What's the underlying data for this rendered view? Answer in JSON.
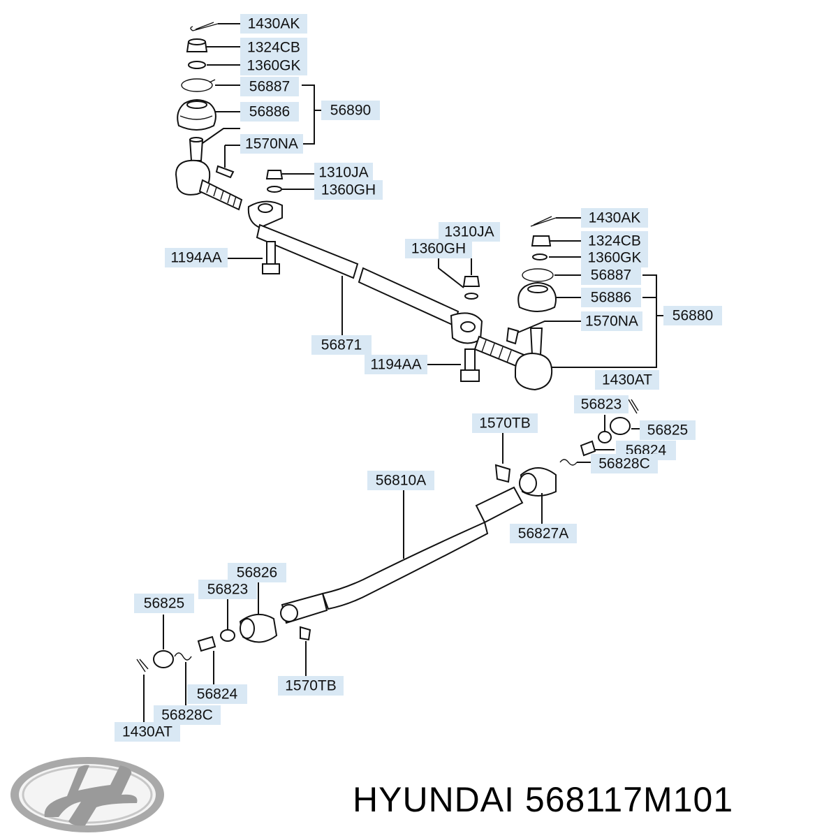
{
  "labels": {
    "l1430ak_top": "1430AK",
    "l1324cb_top": "1324CB",
    "l1360gk_top": "1360GK",
    "l56887_top": "56887",
    "l56886_top": "56886",
    "l56890": "56890",
    "l1570na_top": "1570NA",
    "l1310ja_top": "1310JA",
    "l1360gh_top": "1360GH",
    "l1194aa_left": "1194AA",
    "l1310ja_mid": "1310JA",
    "l1360gh_mid": "1360GH",
    "l56871": "56871",
    "l1194aa_mid": "1194AA",
    "l1430ak_right": "1430AK",
    "l1324cb_right": "1324CB",
    "l1360gk_right": "1360GK",
    "l56887_right": "56887",
    "l56886_right": "56886",
    "l1570na_right": "1570NA",
    "l56880": "56880",
    "l1430at_right": "1430AT",
    "l56823_right": "56823",
    "l56825_right": "56825",
    "l56824_right": "56824",
    "l56828c_right": "56828C",
    "l1570tb_top": "1570TB",
    "l56810a": "56810A",
    "l56827a": "56827A",
    "l56826": "56826",
    "l56823_left": "56823",
    "l56825_left": "56825",
    "l1570tb_bottom": "1570TB",
    "l56824_left": "56824",
    "l56828c_left": "56828C",
    "l1430at_left": "1430AT"
  },
  "caption": "HYUNDAI 568117M101",
  "logo_alt": "Hyundai logo",
  "colors": {
    "label_bg": "#d9e8f4",
    "line": "#111111",
    "logo": "#9a9a9a"
  }
}
